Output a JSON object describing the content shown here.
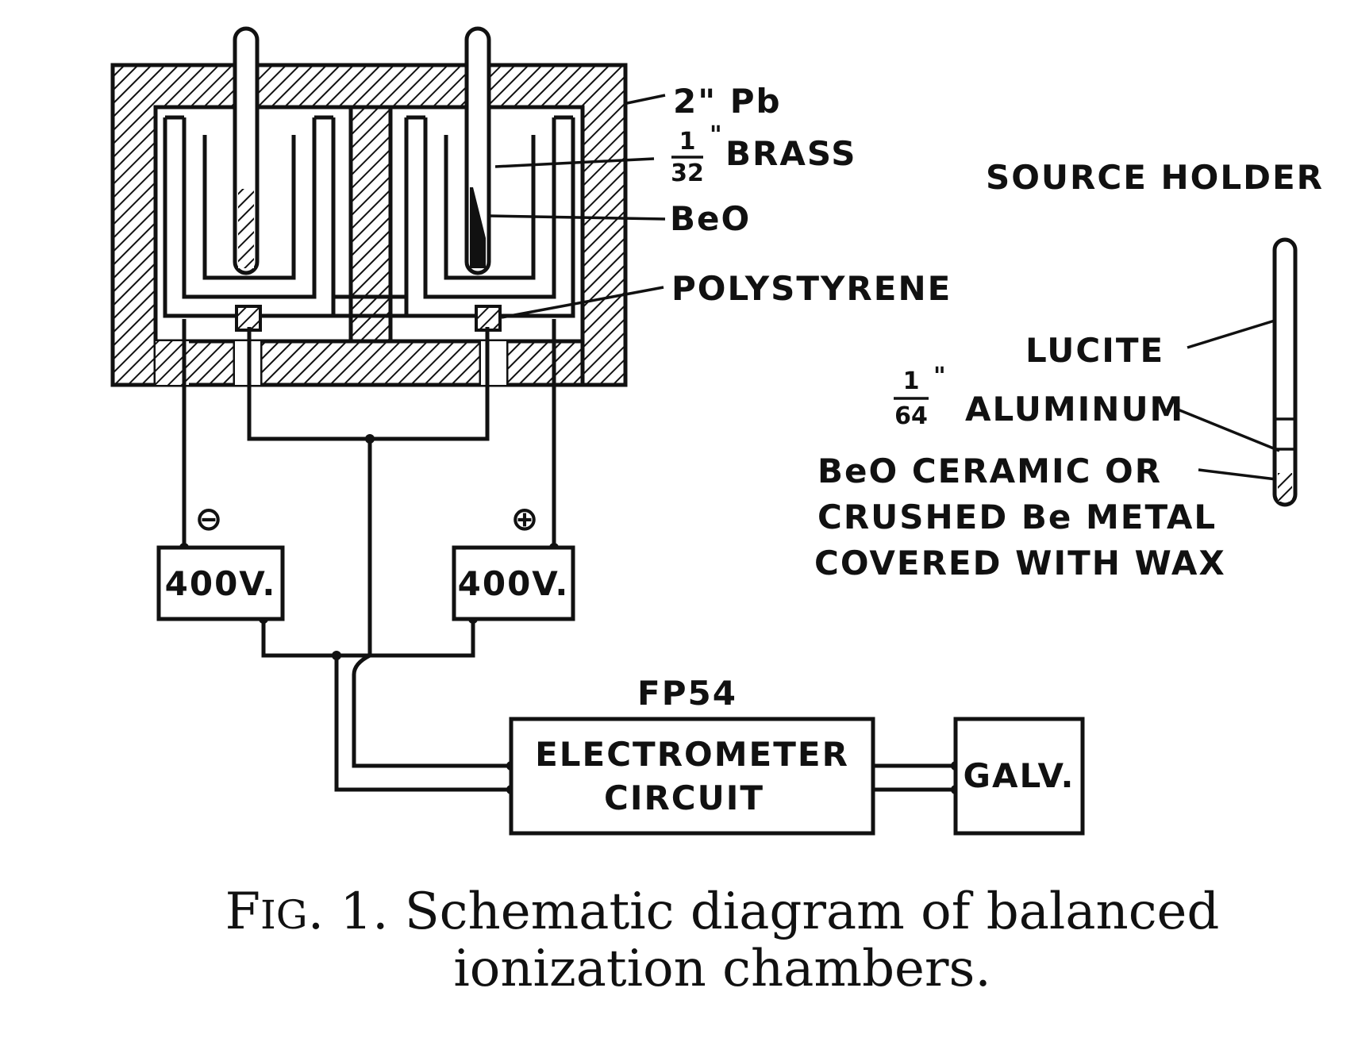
{
  "labels": {
    "pb": "2\" Pb",
    "brass_num": "1",
    "brass_den": "32",
    "brass_mark": "\"",
    "brass": "BRASS",
    "beo": "BeO",
    "polystyrene": "POLYSTYRENE",
    "source_holder": "SOURCE HOLDER",
    "lucite": "LUCITE",
    "alu_num": "1",
    "alu_den": "64",
    "alu_mark": "\"",
    "aluminum": "ALUMINUM",
    "beo_line1": "BeO CERAMIC OR",
    "beo_line2": "CRUSHED Be METAL",
    "beo_line3": "COVERED WITH WAX",
    "minus": "⊖",
    "plus": "⊕",
    "battery_left": "400V.",
    "battery_right": "400V.",
    "fp54": "FP54",
    "electrometer_line1": "ELECTROMETER",
    "electrometer_line2": "CIRCUIT",
    "galv": "GALV."
  },
  "caption": {
    "fig_f": "F",
    "fig_ig": "IG",
    "line1_rest": ". 1. Schematic diagram of balanced",
    "line2": "ionization chambers."
  },
  "colors": {
    "ink": "#111111",
    "paper": "#ffffff"
  }
}
